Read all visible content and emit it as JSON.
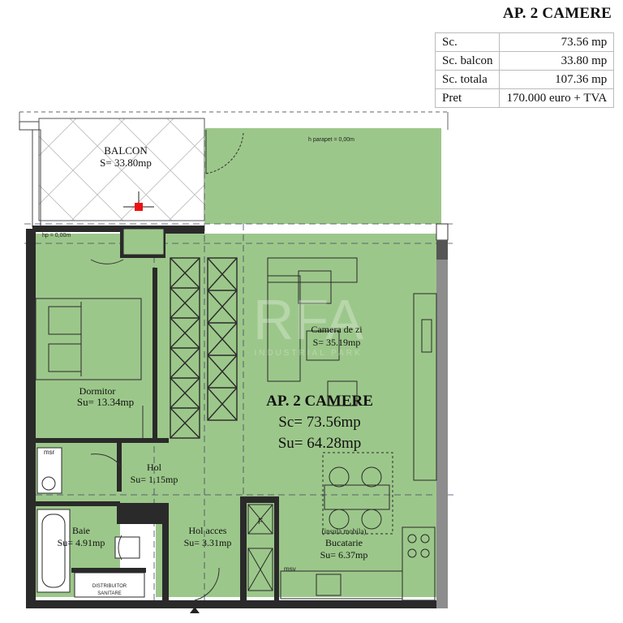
{
  "header": {
    "title": "AP. 2 CAMERE"
  },
  "specs": [
    {
      "label": "Sc.",
      "value": "73.56 mp"
    },
    {
      "label": "Sc. balcon",
      "value": "33.80 mp"
    },
    {
      "label": "Sc. totala",
      "value": "107.36 mp"
    },
    {
      "label": "Pret",
      "value": "170.000 euro + TVA"
    }
  ],
  "rooms": {
    "balcon": {
      "name": "BALCON",
      "area": "S= 33.80mp"
    },
    "dormitor": {
      "name": "Dormitor",
      "area": "Su= 13.34mp"
    },
    "camera_zi": {
      "name": "Camera de zi",
      "area": "S= 35.19mp"
    },
    "hol": {
      "name": "Hol",
      "area": "Su= 1.15mp"
    },
    "baie": {
      "name": "Baie",
      "area": "Su= 4.91mp"
    },
    "hol_acces": {
      "name": "Hol acces",
      "area": "Su= 3.31mp"
    },
    "bucatarie": {
      "name": "Bucatarie",
      "note": "(insula mobila)",
      "area": "Su= 6.37mp"
    }
  },
  "center": {
    "title": "AP. 2 CAMERE",
    "sc": "Sc= 73.56mp",
    "su": "Su= 64.28mp"
  },
  "annotations": {
    "parapet": "h parapet = 0,00m",
    "hp": "hp = 0,00m",
    "msr": "msr",
    "msv": "msv",
    "distribuitor": "DISTRIBUITOR",
    "sanitare": "SANITARE",
    "f": "F"
  },
  "watermark": {
    "text": "RFA",
    "sub": "INDUSTRIAL PARK"
  },
  "colors": {
    "floor": "#9cc78a",
    "wall": "#2a2a2a",
    "gray_wall": "#9a9a9a",
    "marker": "#ee1111"
  }
}
